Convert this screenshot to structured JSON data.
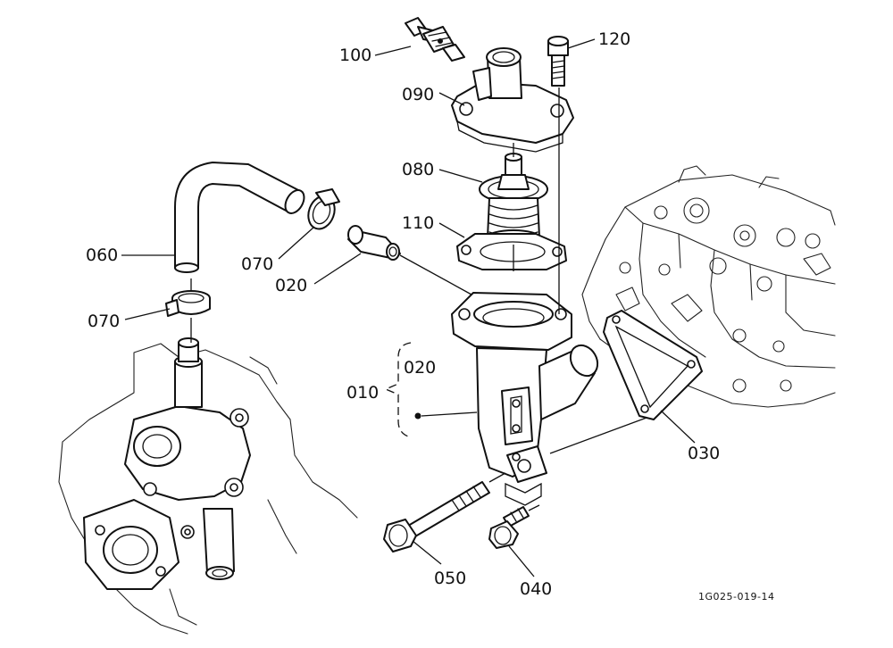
{
  "diagram": {
    "callouts": {
      "c100": "100",
      "c120": "120",
      "c090": "090",
      "c080": "080",
      "c110": "110",
      "c060": "060",
      "c070_upper": "070",
      "c020_upper": "020",
      "c070_lower": "070",
      "c020_bracket": "020",
      "c010": "010",
      "c030": "030",
      "c050": "050",
      "c040": "040"
    },
    "reference_code": "1G025-019-14"
  }
}
